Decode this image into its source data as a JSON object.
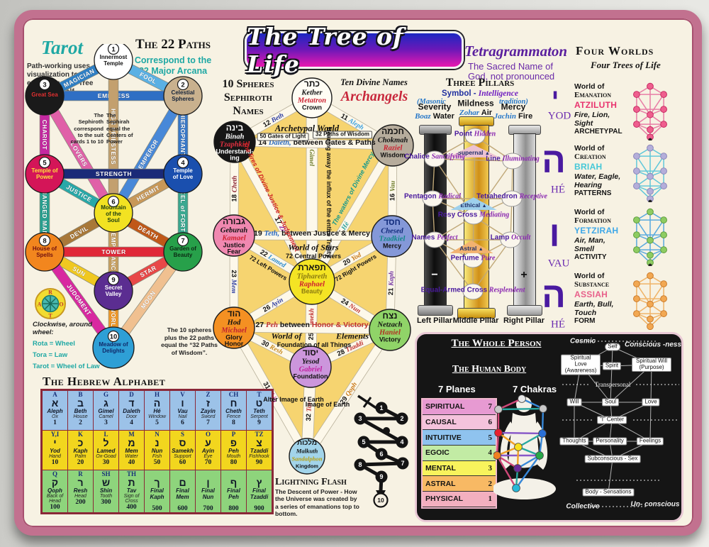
{
  "title": "The Tree of Life",
  "tarot": {
    "heading": "Tarot",
    "desc": "Path-working uses visualization to experience the Tree within oneself.",
    "paths_title": "The 22 Paths",
    "paths_sub1": "Correspond to the",
    "paths_sub2": "22 Major Arcana",
    "note_suit": "The Sephiroth correspond to the suit cards 1 to 10",
    "note_centers": "The Sephirah equal the Centers of Power",
    "note_32": "The 10 spheres plus the 22 paths equal the “32 Paths of Wisdom”.",
    "wheel_caption": "Clockwise, around wheel:",
    "wheel_lines": [
      "Rota = Wheel",
      "Tora = Law",
      "Tarot = Wheel of Law"
    ],
    "wheel_letters": [
      "R",
      "O",
      "T",
      "A"
    ],
    "nodes": [
      {
        "n": "1",
        "lines": [
          "Innermost",
          "Temple"
        ],
        "bg": "#ffffff",
        "fg": "#111111"
      },
      {
        "n": "2",
        "lines": [
          "Celestial",
          "Spheres"
        ],
        "bg": "#c9b18e",
        "fg": "#16243a"
      },
      {
        "n": "3",
        "lines": [
          "Great Sea"
        ],
        "bg": "#1a1a1a",
        "fg": "#e03030"
      },
      {
        "n": "4",
        "lines": [
          "Temple",
          "of Love"
        ],
        "bg": "#1a4fae",
        "fg": "#ffffff"
      },
      {
        "n": "5",
        "lines": [
          "Temple of",
          "Power"
        ],
        "bg": "#d41558",
        "fg": "#ffe23c"
      },
      {
        "n": "6",
        "lines": [
          "Mountain",
          "of the",
          "Soul"
        ],
        "bg": "#f2e222",
        "fg": "#204010"
      },
      {
        "n": "7",
        "lines": [
          "Garden of",
          "Beauty"
        ],
        "bg": "#27a04a",
        "fg": "#0c2a14"
      },
      {
        "n": "8",
        "lines": [
          "House of",
          "Spells"
        ],
        "bg": "#f2861e",
        "fg": "#701010"
      },
      {
        "n": "9",
        "lines": [
          "Secret",
          "Valley"
        ],
        "bg": "#5b2d91",
        "fg": "#ffffff"
      },
      {
        "n": "10",
        "lines": [
          "Meadow of",
          "Delights"
        ],
        "bg": "#2e9fd6",
        "fg": "#102a6a"
      }
    ],
    "paths": [
      {
        "a": 0,
        "b": 2,
        "label": "MAGICIAN",
        "color": "#2f7fc4"
      },
      {
        "a": 0,
        "b": 1,
        "label": "FOOL",
        "color": "#5ab0e4"
      },
      {
        "a": 2,
        "b": 1,
        "label": "EMPRESS",
        "color": "#2f6fc4"
      },
      {
        "a": 0,
        "b": 5,
        "label": "HIGH PRIESTESS",
        "color": "#c3a06e"
      },
      {
        "a": 2,
        "b": 4,
        "label": "CHARIOT",
        "color": "#c428a0"
      },
      {
        "a": 2,
        "b": 5,
        "label": "LOVERS",
        "color": "#e060a8"
      },
      {
        "a": 1,
        "b": 5,
        "label": "EMPEROR",
        "color": "#4888d8"
      },
      {
        "a": 1,
        "b": 3,
        "label": "HIEROPHANT",
        "color": "#3878c8"
      },
      {
        "a": 4,
        "b": 3,
        "label": "STRENGTH",
        "color": "#1a2a78"
      },
      {
        "a": 4,
        "b": 5,
        "label": "JUSTICE",
        "color": "#28a8a8"
      },
      {
        "a": 3,
        "b": 5,
        "label": "HERMIT",
        "color": "#c89858"
      },
      {
        "a": 4,
        "b": 7,
        "label": "HANGED MAN",
        "color": "#28a090"
      },
      {
        "a": 3,
        "b": 6,
        "label": "WHEEL of FORTUNE",
        "color": "#3aa890"
      },
      {
        "a": 5,
        "b": 7,
        "label": "DEVIL",
        "color": "#a87838"
      },
      {
        "a": 5,
        "b": 6,
        "label": "DEATH",
        "color": "#c05818"
      },
      {
        "a": 5,
        "b": 8,
        "label": "TEMPERANCE",
        "color": "#c8a060"
      },
      {
        "a": 7,
        "b": 6,
        "label": "TOWER",
        "color": "#e02838"
      },
      {
        "a": 7,
        "b": 8,
        "label": "SUN",
        "color": "#f0c820"
      },
      {
        "a": 6,
        "b": 8,
        "label": "STAR",
        "color": "#e84848"
      },
      {
        "a": 7,
        "b": 9,
        "label": "JUDGMENT",
        "color": "#d828a0"
      },
      {
        "a": 8,
        "b": 9,
        "label": "WORLD",
        "color": "#f09828"
      },
      {
        "a": 6,
        "b": 9,
        "label": "MOON",
        "color": "#f0c090"
      }
    ]
  },
  "sephiroth": {
    "h1": "10 Spheres",
    "h2": "Sephiroth",
    "h3": "Names",
    "divine": "Ten Divine Names",
    "archangels": "Archangels",
    "nodes": [
      {
        "heb": "כתר",
        "name": "Kether",
        "angel": "Metatron",
        "titles": [
          "Crown"
        ],
        "bg": "#fffdf4",
        "hb": "#111",
        "nc": "#111",
        "ac": "#cc2030",
        "tc": "#111"
      },
      {
        "heb": "בינה",
        "name": "Binah",
        "angel": "Tzaphkiel",
        "titles": [
          "Understand-",
          "ing"
        ],
        "bg": "#161616",
        "hb": "#fff",
        "nc": "#fff",
        "ac": "#e03040",
        "tc": "#fff"
      },
      {
        "heb": "חכמה",
        "name": "Chokmah",
        "angel": "Raziel",
        "titles": [
          "Wisdom"
        ],
        "bg": "#b6ac9c",
        "hb": "#111",
        "nc": "#111",
        "ac": "#cc2030",
        "tc": "#111"
      },
      {
        "heb": "גבורה",
        "name": "Geburah",
        "angel": "Kamael",
        "titles": [
          "Justice",
          "Fear"
        ],
        "bg": "#f088b0",
        "hb": "#111",
        "nc": "#111",
        "ac": "#d02030",
        "tc": "#111"
      },
      {
        "heb": "חסד",
        "name": "Chesed",
        "angel": "Tzadkiel",
        "titles": [
          "Mercy"
        ],
        "bg": "#8498d8",
        "hb": "#102a7a",
        "nc": "#102a7a",
        "ac": "#108888",
        "tc": "#111"
      },
      {
        "heb": "תפארת",
        "name": "Tiphareth",
        "angel": "Raphael",
        "titles": [
          "Beauty"
        ],
        "bg": "#f4e424",
        "hb": "#111",
        "nc": "#8a7a10",
        "ac": "#d02030",
        "tc": "#8a7a10"
      },
      {
        "heb": "הוד",
        "name": "Hod",
        "angel": "Michael",
        "titles": [
          "Glory",
          "Honor"
        ],
        "bg": "#f49022",
        "hb": "#111",
        "nc": "#111",
        "ac": "#c02030",
        "tc": "#111"
      },
      {
        "heb": "נצח",
        "name": "Netzach",
        "angel": "Haniel",
        "titles": [
          "Victory"
        ],
        "bg": "#90d468",
        "hb": "#111",
        "nc": "#111",
        "ac": "#b03020",
        "tc": "#111"
      },
      {
        "heb": "יסוד",
        "name": "Yesod",
        "angel": "Gabriel",
        "titles": [
          "Foundation"
        ],
        "bg": "#cc96dc",
        "hb": "#111",
        "nc": "#111",
        "ac": "#c020a0",
        "tc": "#111"
      },
      {
        "heb": "מלכות",
        "name": "Malkuth",
        "angel": "Sandalphon",
        "titles": [
          "Kingdom"
        ],
        "bg": "#a2d4ea",
        "hb": "#111",
        "nc": "#111",
        "ac": "#b8a010",
        "tc": "#111"
      }
    ],
    "paths": [
      {
        "n": "11",
        "l": "Aleph",
        "a": 0,
        "b": 2,
        "lc": "#38a0e0"
      },
      {
        "n": "12",
        "l": "Beth",
        "a": 0,
        "b": 1,
        "lc": "#2a3aa0"
      },
      {
        "n": "13",
        "l": "Gimel",
        "a": 0,
        "b": 5,
        "lc": "#6a7a28",
        "w": 15,
        "t": 0.3
      },
      {
        "n": "14",
        "l": "Daleth,",
        "a": 1,
        "b": 2,
        "special": "between Gates & Paths",
        "lc": "#2a6ac0"
      },
      {
        "n": "15",
        "l": "Hé",
        "a": 2,
        "b": 5,
        "lc": "#28a0a0",
        "t": 0.62
      },
      {
        "n": "16",
        "l": "Vau",
        "a": 2,
        "b": 4,
        "lc": "#6a7a28"
      },
      {
        "n": "17",
        "l": "Zayin",
        "a": 1,
        "b": 5,
        "lc": "#9028a8",
        "t": 0.62
      },
      {
        "n": "18",
        "l": "Cheth",
        "a": 1,
        "b": 3,
        "lc": "#8a2030"
      },
      {
        "n": "19",
        "l": "Teth,",
        "a": 3,
        "b": 4,
        "special": "between Justice & Mercy",
        "lc": "#2a6ac0"
      },
      {
        "n": "20",
        "l": "Yod",
        "a": 4,
        "b": 5,
        "lc": "#c87818"
      },
      {
        "n": "21",
        "l": "Kaph",
        "a": 4,
        "b": 7,
        "lc": "#7030a0"
      },
      {
        "n": "22",
        "l": "Lamed",
        "a": 3,
        "b": 5,
        "lc": "#2a8ad0"
      },
      {
        "n": "23",
        "l": "Mem",
        "a": 3,
        "b": 6,
        "lc": "#2a3aa0"
      },
      {
        "n": "24",
        "l": "Nun",
        "a": 5,
        "b": 7,
        "lc": "#c03030"
      },
      {
        "n": "25",
        "l": "Samekh",
        "a": 5,
        "b": 8,
        "lc": "#c03030",
        "w": 15
      },
      {
        "n": "26",
        "l": "Ayin",
        "a": 5,
        "b": 6,
        "lc": "#2a3aa0"
      },
      {
        "n": "27",
        "l": "Peh",
        "a": 6,
        "b": 7,
        "special": "between |Honor & Victory",
        "lc": "#c03030"
      },
      {
        "n": "28",
        "l": "Tzaddi",
        "a": 7,
        "b": 8,
        "lc": "#c03030"
      },
      {
        "n": "29",
        "l": "Qoph",
        "a": 7,
        "b": 9,
        "lc": "#c87818"
      },
      {
        "n": "30",
        "l": "Resh",
        "a": 6,
        "b": 8,
        "lc": "#c88a20"
      },
      {
        "n": "31",
        "l": "Shin",
        "a": 6,
        "b": 9,
        "lc": "#c030a0"
      },
      {
        "n": "32",
        "l": "Tav",
        "a": 8,
        "b": 9,
        "lc": "#c03030",
        "w": 15
      }
    ],
    "annotations": {
      "archetypal_world": "Archetypal World",
      "gates": "50 Gates of Light",
      "paths_wisdom": "32 Paths of Wisdom",
      "fires": "The fires of Divine Justice & Judgement",
      "bearing": "Bearing away the influx\nof the entire Trinity",
      "waters": "The waters of Divine Mercy",
      "world_stars": "World of Stars",
      "central": "72 Central Powers",
      "left_powers": "72 Left Powers",
      "right_powers": "72 Right Powers",
      "world_of": "World of",
      "elements": "Elements",
      "foundation": "Foundation of all Things",
      "alter": "Alter\nImage\nof\nEarth",
      "image": "Image\nof\nEarth"
    }
  },
  "pillars": {
    "heading": "Three Pillars",
    "sub_a": "Symbol -",
    "sub_b": "Intelligence",
    "masonic": "(Masonic",
    "tradition": "tradition)",
    "left": {
      "attr": "Severity",
      "col1": "Boaz",
      "col2": "Water",
      "sign": "−",
      "cap": "Left\nPillar"
    },
    "middle": {
      "attr": "Mildness",
      "col1": "Zohar",
      "col2": "Air",
      "cap": "Middle\nPillar"
    },
    "right": {
      "attr": "Mercy",
      "col1": "Jachin",
      "col2": "Fire",
      "sign": "+",
      "cap": "Right\nPillar"
    },
    "labels": [
      {
        "t1": "Point",
        "t2": "Hidden"
      },
      {
        "t1": "Supernal",
        "tri": "#ecc2d2"
      },
      {
        "t1": "Chalice",
        "t2": "Sanctifying"
      },
      {
        "t1": "Line",
        "t2": "Illuminating"
      },
      {
        "t1": "Pentagon",
        "t2": "Radical"
      },
      {
        "t1": "Tetrahedron",
        "t2": "Receptive"
      },
      {
        "t1": "Ethical",
        "tri": "#9ed0ec"
      },
      {
        "t1": "Rosy Cross",
        "t2": "Mediating"
      },
      {
        "t1": "Names",
        "t2": "Perfect"
      },
      {
        "t1": "Lamp",
        "t2": "Occult"
      },
      {
        "t1": "Astral",
        "tri": "#f2b270"
      },
      {
        "t1": "Perfume",
        "t2": "Pure"
      },
      {
        "t1": "Equal-Armed Cross",
        "t2": "Resplendent"
      }
    ]
  },
  "tetragrammaton": {
    "heading": "Tetragrammaton",
    "sub1": "The Sacred Name of",
    "sub2": "God, not pronounced",
    "letters": [
      {
        "glyph": "י",
        "name": "YOD"
      },
      {
        "glyph": "ה",
        "name": "HÉ"
      },
      {
        "glyph": "ו",
        "name": "VAU"
      },
      {
        "glyph": "ה",
        "name": "HÉ"
      }
    ]
  },
  "four_worlds": {
    "heading": "Four Worlds",
    "sub": "Four Trees of Life",
    "worlds": [
      {
        "line1": "World of",
        "line2": "Emanation",
        "name": "ATZILUTH",
        "name_color": "#e8336e",
        "attr1": "Fire, Lion,",
        "attr2": "Sight",
        "kind": "ARCHETYPAL",
        "dot": "#ef5e8e",
        "line": "#e87ea6",
        "stroke": "#c42860"
      },
      {
        "line1": "World of",
        "line2": "Creation",
        "name": "BRIAH",
        "name_color": "#45c8d8",
        "attr1": "Water, Eagle,",
        "attr2": "Hearing",
        "kind": "PATTERNS",
        "dot": "#b4aeda",
        "line": "#62c8da",
        "stroke": "#8a84b8"
      },
      {
        "line1": "World of",
        "line2": "Formation",
        "name": "YETZIRAH",
        "name_color": "#3fa8e8",
        "attr1": "Air, Man,",
        "attr2": "Smell",
        "kind": "ACTIVITY",
        "dot": "#8ecc62",
        "line": "#5aaade",
        "stroke": "#5a9a3a"
      },
      {
        "line1": "World of",
        "line2": "Substance",
        "name": "ASSIAH",
        "name_color": "#e8608a",
        "attr1": "Earth, Bull,",
        "attr2": "Touch",
        "kind": "FORM",
        "dot": "#f2a852",
        "line": "#f0b468",
        "stroke": "#c87828"
      }
    ]
  },
  "alphabet": {
    "heading": "The Hebrew Alphabet",
    "rows": [
      {
        "bg": "#9cc2e8",
        "cells": [
          {
            "t": "A",
            "h": "א",
            "n": "Aleph",
            "m": "Ox",
            "v": "1"
          },
          {
            "t": "B",
            "h": "ב",
            "n": "Beth",
            "m": "House",
            "v": "2"
          },
          {
            "t": "G",
            "h": "ג",
            "n": "Gimel",
            "m": "Camel",
            "v": "3"
          },
          {
            "t": "D",
            "h": "ד",
            "n": "Daleth",
            "m": "Door",
            "v": "4"
          },
          {
            "t": "H",
            "h": "ה",
            "n": "Hé",
            "m": "Window",
            "v": "5"
          },
          {
            "t": "V",
            "h": "ו",
            "n": "Vau",
            "m": "Nail",
            "v": "6"
          },
          {
            "t": "Z",
            "h": "ז",
            "n": "Zayin",
            "m": "Sword",
            "v": "7"
          },
          {
            "t": "CH",
            "h": "ח",
            "n": "Cheth",
            "m": "Fence",
            "v": "8"
          },
          {
            "t": "T",
            "h": "ט",
            "n": "Teth",
            "m": "Serpent",
            "v": "9"
          }
        ]
      },
      {
        "bg": "#f2d61e",
        "cells": [
          {
            "t": "Y,I",
            "h": "י",
            "n": "Yod",
            "m": "Hand",
            "v": "10"
          },
          {
            "t": "K",
            "h": "כ",
            "n": "Kaph",
            "m": "Palm",
            "v": "20"
          },
          {
            "t": "L",
            "h": "ל",
            "n": "Lamed",
            "m": "Ox-Goad",
            "v": "30"
          },
          {
            "t": "M",
            "h": "מ",
            "n": "Mem",
            "m": "Water",
            "v": "40"
          },
          {
            "t": "N",
            "h": "נ",
            "n": "Nun",
            "m": "Fish",
            "v": "50"
          },
          {
            "t": "S",
            "h": "ס",
            "n": "Samekh",
            "m": "Support",
            "v": "60"
          },
          {
            "t": "O",
            "h": "ע",
            "n": "Ayin",
            "m": "Eye",
            "v": "70"
          },
          {
            "t": "P",
            "h": "פ",
            "n": "Peh",
            "m": "Mouth",
            "v": "80"
          },
          {
            "t": "TZ",
            "h": "צ",
            "n": "Tzaddi",
            "m": "Fishhook",
            "v": "90"
          }
        ]
      },
      {
        "bg": "#8ed47c",
        "cells": [
          {
            "t": "Q",
            "h": "ק",
            "n": "Qoph",
            "m": "Back of Head",
            "v": "100"
          },
          {
            "t": "R",
            "h": "ר",
            "n": "Resh",
            "m": "Head",
            "v": "200"
          },
          {
            "t": "SH",
            "h": "ש",
            "n": "Shin",
            "m": "Tooth",
            "v": "300"
          },
          {
            "t": "TH",
            "h": "ת",
            "n": "Tav",
            "m": "Sign of Cross",
            "v": "400"
          },
          {
            "t": "",
            "h": "ך",
            "n": "Final Kaph",
            "m": "",
            "v": "500"
          },
          {
            "t": "",
            "h": "ם",
            "n": "Final Mem",
            "m": "",
            "v": "600"
          },
          {
            "t": "",
            "h": "ן",
            "n": "Final Nun",
            "m": "",
            "v": "700"
          },
          {
            "t": "",
            "h": "ף",
            "n": "Final Peh",
            "m": "",
            "v": "800"
          },
          {
            "t": "",
            "h": "ץ",
            "n": "Final Tzaddi",
            "m": "",
            "v": "900"
          }
        ]
      }
    ]
  },
  "lightning": {
    "heading": "Lightning Flash",
    "text": "The Descent of Power - How the Universe was created by a series of emanations top to bottom.",
    "numbers": [
      "1",
      "2",
      "3",
      "4",
      "5",
      "6",
      "7",
      "8",
      "9",
      "10"
    ]
  },
  "whole_person": {
    "heading": "The Whole Person",
    "body_heading": "The Human Body",
    "planes_heading": "7 Planes",
    "chakras_heading": "7 Chakras",
    "planes": [
      {
        "label": "SPIRITUAL",
        "num": "7",
        "bg": "#e79ad2"
      },
      {
        "label": "CAUSAL",
        "num": "6",
        "bg": "#f4c3dc"
      },
      {
        "label": "INTUITIVE",
        "num": "5",
        "bg": "#8fc3ef"
      },
      {
        "label": "EGOIC",
        "num": "4",
        "bg": "#c2eba4"
      },
      {
        "label": "MENTAL",
        "num": "3",
        "bg": "#f8f35c"
      },
      {
        "label": "ASTRAL",
        "num": "2",
        "bg": "#f8b964"
      },
      {
        "label": "PHYSICAL",
        "num": "1",
        "bg": "#f3afbf"
      }
    ],
    "psyche": {
      "cosmic": "Cosmic",
      "conscious": "Conscious\n-ness",
      "collective": "Collective",
      "unconscious": "Un-\nconscious",
      "labels": [
        "Self",
        "Spiritual Love (Awareness)",
        "Spirit",
        "Spiritual Will (Purpose)",
        "Transpersonal",
        "Will",
        "Soul",
        "Love",
        "“I” Center",
        "Thoughts",
        "Personality",
        "Feelings",
        "Subconscious - Sex",
        "Body - Sensations"
      ]
    }
  }
}
